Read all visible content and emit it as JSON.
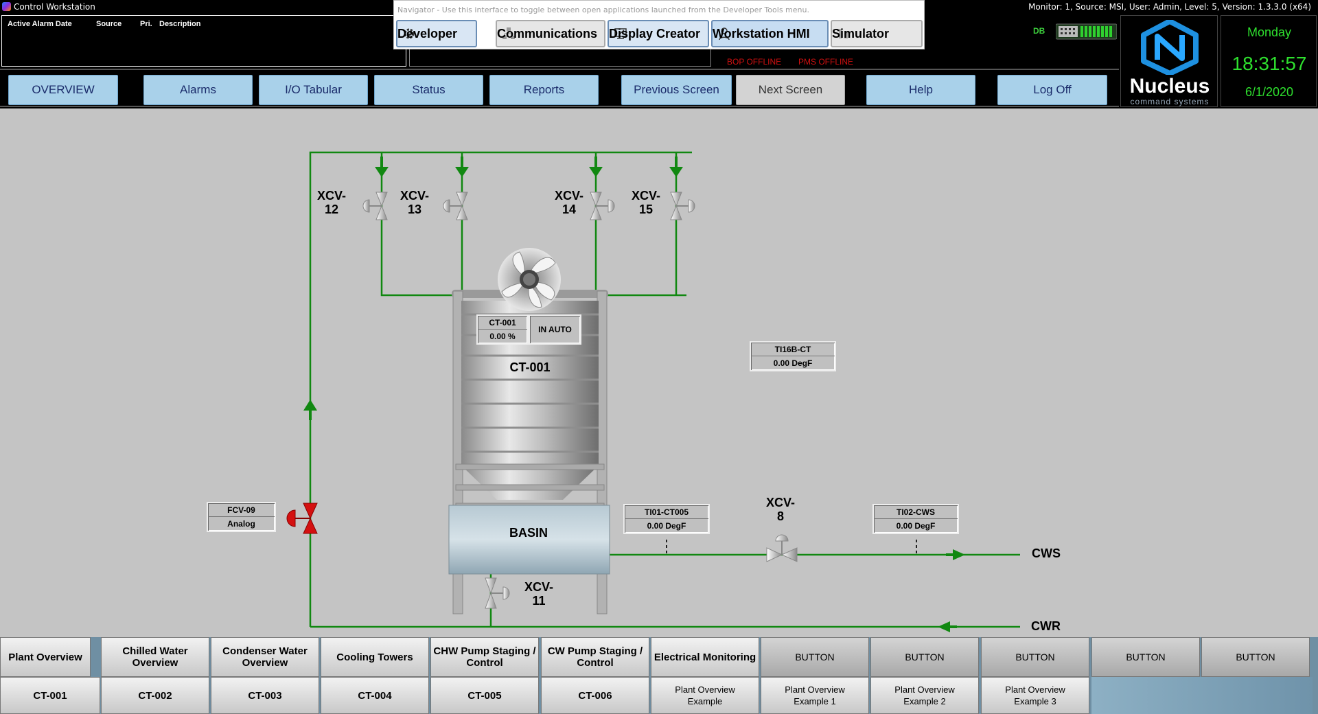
{
  "window": {
    "title": "Control Workstation",
    "status": "Monitor: 1, Source: MSI, User: Admin, Level: 5, Version: 1.3.3.0 (x64)"
  },
  "alarm_panel": {
    "headers": [
      "Active Alarm Date",
      "Source",
      "Pri.",
      "Description"
    ]
  },
  "offline": {
    "bop": "BOP OFFLINE",
    "pms": "PMS OFFLINE"
  },
  "navigator": {
    "hint": "Navigator - Use this interface to toggle between open applications launched from the Developer Tools menu.",
    "buttons": [
      {
        "label": "Developer",
        "icon": "gear-icon"
      },
      {
        "label": "Communications",
        "icon": "network-icon"
      },
      {
        "label": "Display Creator",
        "icon": "display-creator-icon"
      },
      {
        "label": "Workstation HMI",
        "icon": "user-icon"
      },
      {
        "label": "Simulator",
        "icon": "simulator-icon"
      }
    ]
  },
  "db": {
    "label": "DB"
  },
  "logo": {
    "name": "Nucleus",
    "tagline": "command systems"
  },
  "clock": {
    "day": "Monday",
    "time": "18:31:57",
    "date": "6/1/2020"
  },
  "main_nav": {
    "overview": "OVERVIEW",
    "alarms": "Alarms",
    "io_tabular": "I/O Tabular",
    "status": "Status",
    "reports": "Reports",
    "previous_screen": "Previous Screen",
    "next_screen": "Next  Screen",
    "help": "Help",
    "log_off": "Log Off"
  },
  "process": {
    "valves": {
      "xcv12": [
        "XCV-",
        "12"
      ],
      "xcv13": [
        "XCV-",
        "13"
      ],
      "xcv14": [
        "XCV-",
        "14"
      ],
      "xcv15": [
        "XCV-",
        "15"
      ],
      "xcv8": [
        "XCV-",
        "8"
      ],
      "xcv11": [
        "XCV-",
        "11"
      ]
    },
    "tower": {
      "name": "CT-001",
      "basin": "BASIN"
    },
    "ct001_tag": {
      "name": "CT-001",
      "value": "0.00 %",
      "mode": "IN AUTO"
    },
    "ti16b": {
      "name": "TI16B-CT",
      "value": "0.00 DegF"
    },
    "ti01": {
      "name": "TI01-CT005",
      "value": "0.00 DegF"
    },
    "ti02": {
      "name": "TI02-CWS",
      "value": "0.00 DegF"
    },
    "fcv09": {
      "name": "FCV-09",
      "value": "Analog"
    },
    "streams": {
      "cws": "CWS",
      "cwr": "CWR"
    },
    "colors": {
      "pipe": "#118811",
      "fcv_valve": "#d41010",
      "background": "#c4c4c4"
    }
  },
  "bottom_nav": {
    "row1": [
      "Plant Overview",
      "Chilled Water Overview",
      "Condenser Water Overview",
      "Cooling Towers",
      "CHW Pump Staging / Control",
      "CW Pump Staging / Control",
      "Electrical Monitoring",
      "BUTTON",
      "BUTTON",
      "BUTTON",
      "BUTTON",
      "BUTTON"
    ],
    "row2": [
      "CT-001",
      "CT-002",
      "CT-003",
      "CT-004",
      "CT-005",
      "CT-006",
      "Plant Overview Example",
      "Plant Overview Example 1",
      "Plant Overview Example 2",
      "Plant Overview Example 3"
    ]
  }
}
